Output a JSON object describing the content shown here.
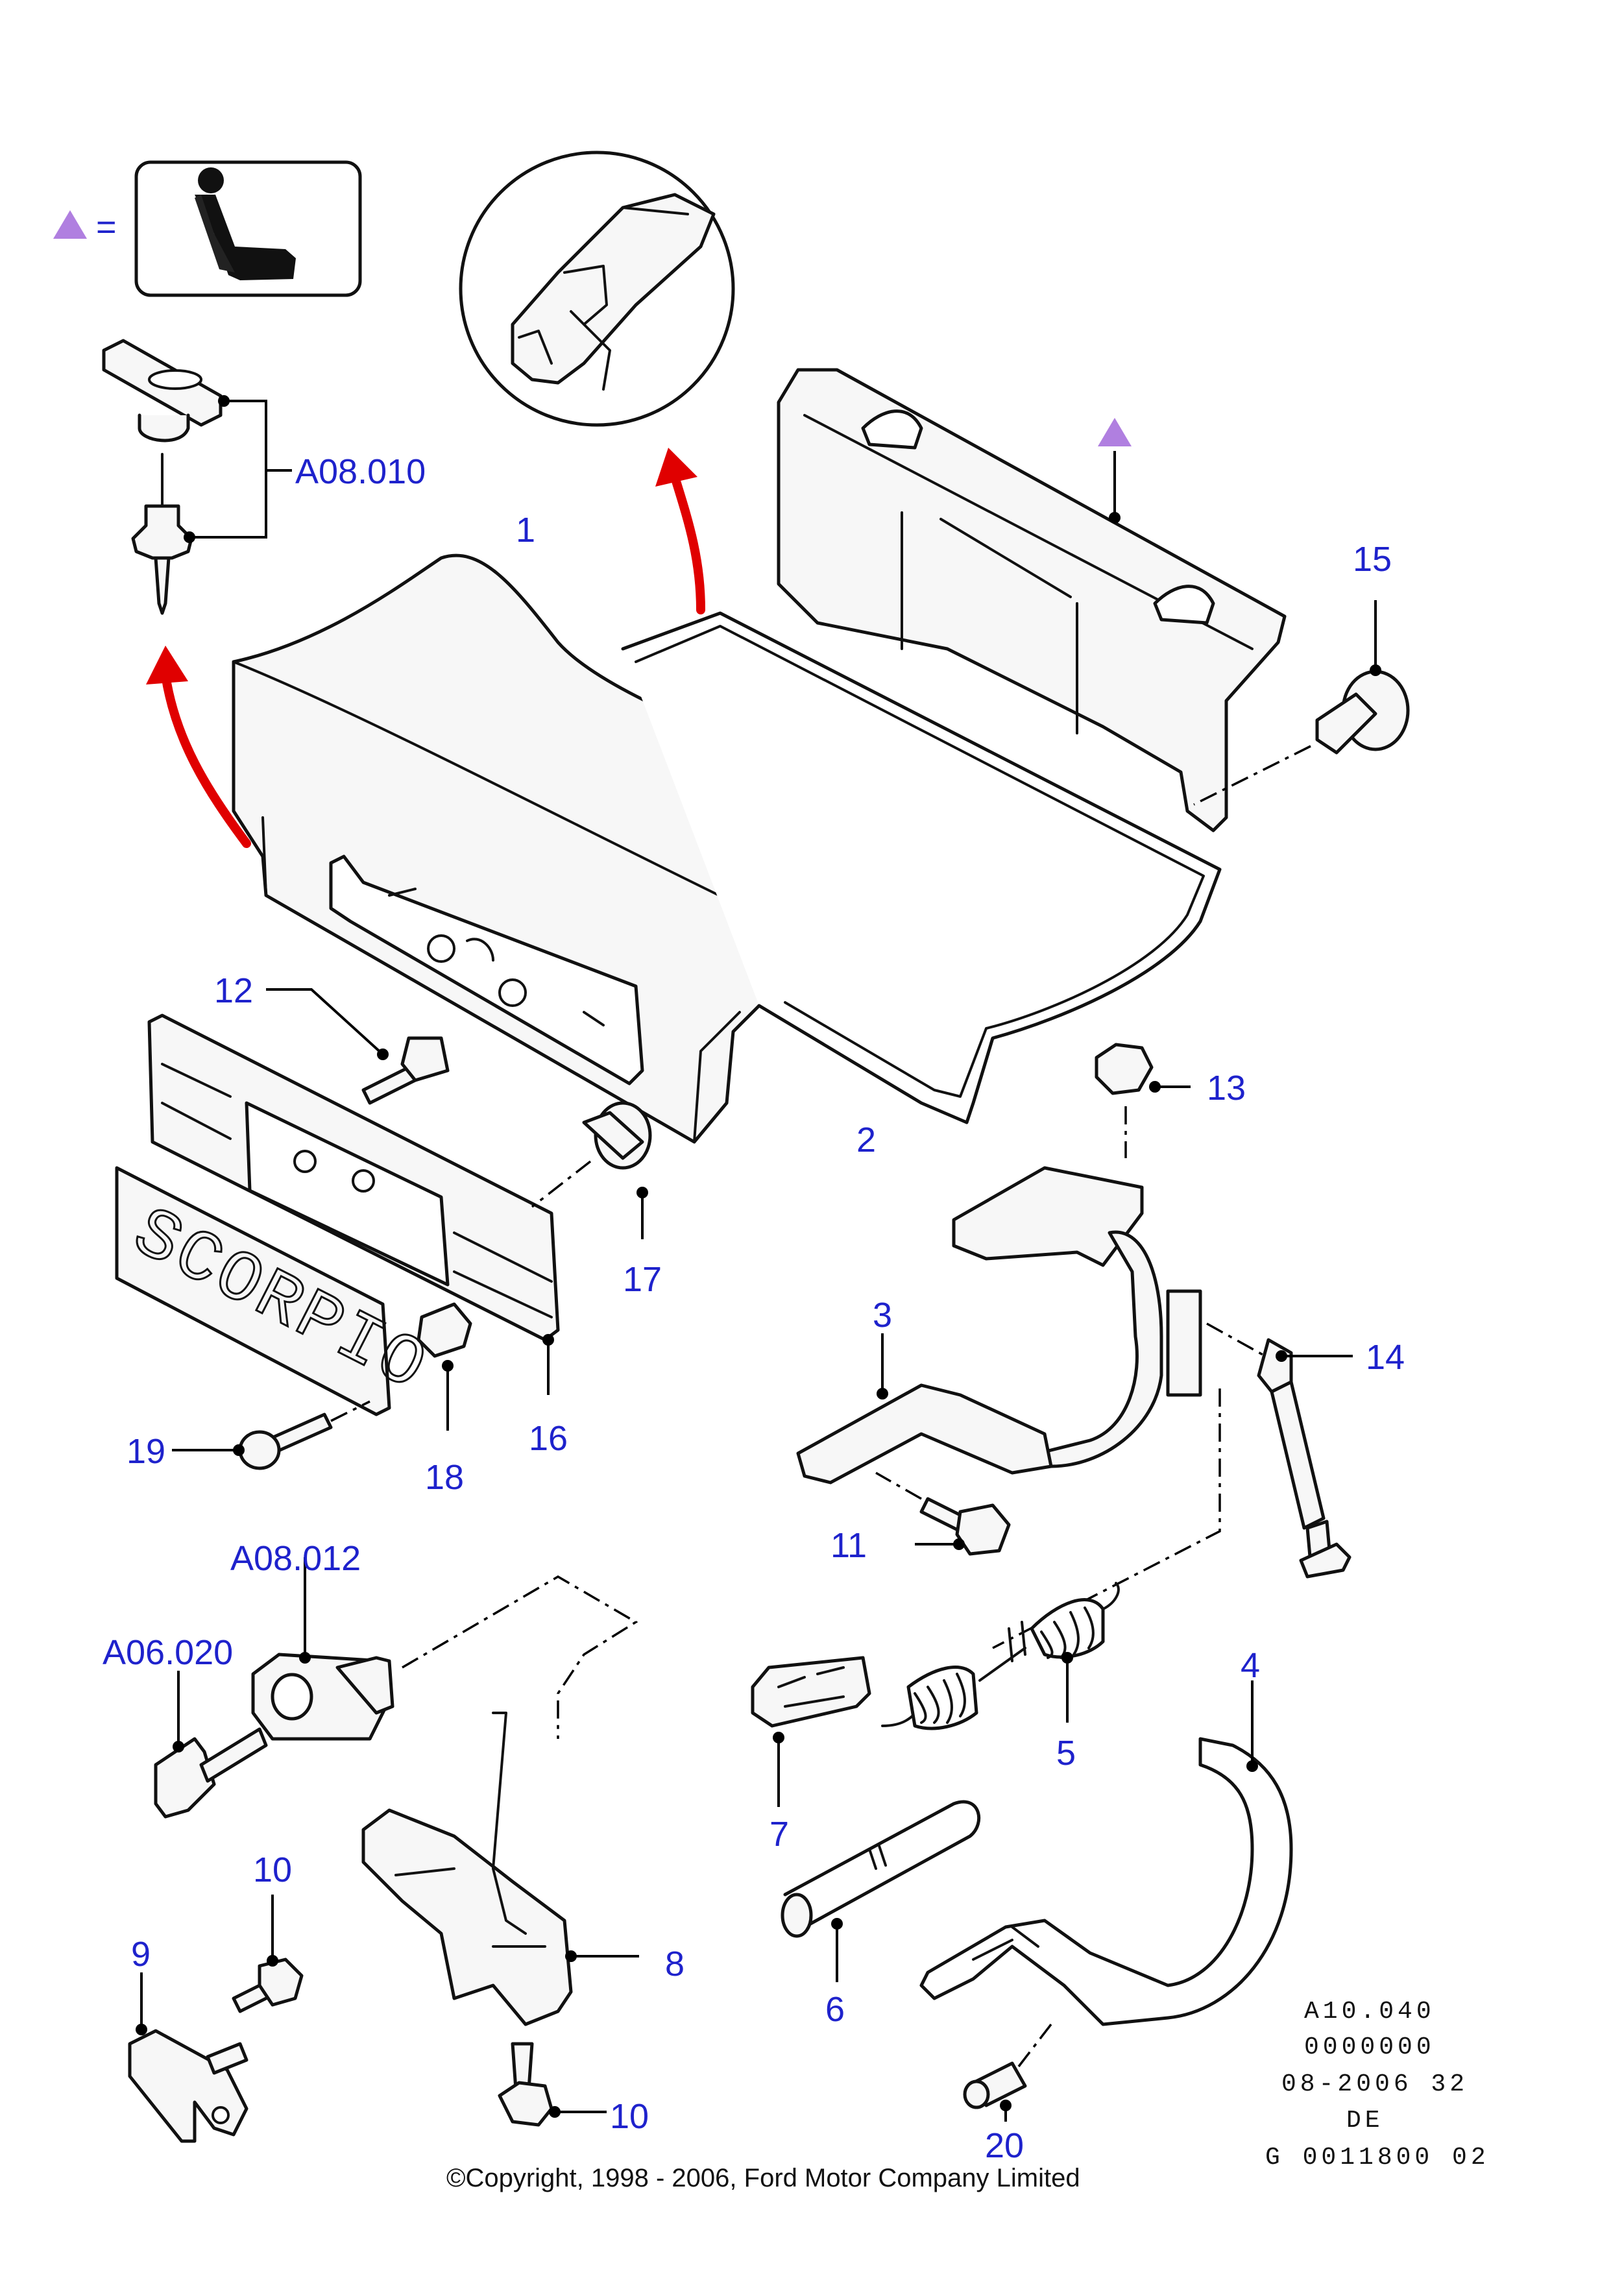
{
  "legend": {
    "equals_sign": "="
  },
  "callouts": {
    "c1": "1",
    "c2": "2",
    "c3": "3",
    "c4": "4",
    "c5": "5",
    "c6": "6",
    "c7": "7",
    "c8": "8",
    "c9": "9",
    "c10a": "10",
    "c10b": "10",
    "c11": "11",
    "c12": "12",
    "c13": "13",
    "c14": "14",
    "c15": "15",
    "c16": "16",
    "c17": "17",
    "c18": "18",
    "c19": "19",
    "c20": "20",
    "a08010": "A08.010",
    "a08012": "A08.012",
    "a06020": "A06.020"
  },
  "plate_text": "SCORPIO",
  "reference_block": [
    "A10.040",
    "0000000",
    "08-2006 32",
    "DE",
    "G 0011800 02"
  ],
  "copyright": "©Copyright, 1998 - 2006, Ford Motor Company Limited",
  "colors": {
    "callout": "#1e22cc",
    "arrow": "#e00000",
    "legend_triangle": "#b07fe0"
  },
  "icons": {
    "legend_icon": "seat-icon",
    "marker": "triangle-marker"
  }
}
